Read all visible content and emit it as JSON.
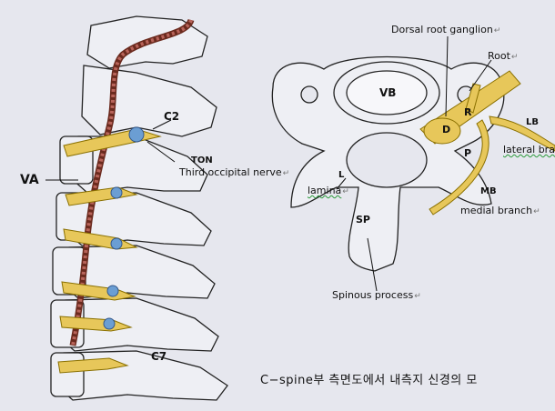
{
  "labels": {
    "c2": "C2",
    "ton": "TON",
    "third_occipital": "Third occipital nerve",
    "va": "VA",
    "c7": "C7",
    "drg": "Dorsal root ganglion",
    "root": "Root",
    "vb": "VB",
    "r": "R",
    "d": "D",
    "lb": "LB",
    "p": "P",
    "lateral": "lateral bra",
    "l": "L",
    "lamina": "lamina",
    "mb": "MB",
    "medial": "medial branch",
    "sp": "SP",
    "spinous": "Spinous process"
  },
  "return_mark": "↵",
  "caption": "C−spine부  측면도에서  내측지  신경의  모"
}
